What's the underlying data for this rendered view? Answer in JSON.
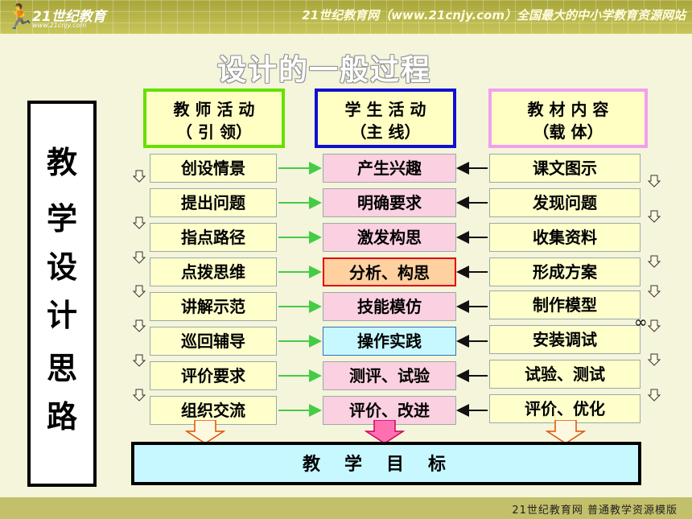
{
  "header": {
    "logo_text": "21世纪教育",
    "logo_sub": "www.21cnjy.com",
    "slogan": "21世纪教育网（www.21cnjy.com）全国最大的中小学教育资源网站"
  },
  "title": "设计的一般过程",
  "left_label": [
    "教",
    "学",
    "设",
    "计",
    "思",
    "路"
  ],
  "columns": [
    {
      "head1": "教 师 活 动",
      "head2": "（ 引 领）"
    },
    {
      "head1": "学 生 活 动",
      "head2": "（主    线）"
    },
    {
      "head1": "教 材 内 容",
      "head2": "（载 体）"
    }
  ],
  "rows": [
    {
      "teacher": "创设情景",
      "student": "产生兴趣",
      "material": "课文图示"
    },
    {
      "teacher": "提出问题",
      "student": "明确要求",
      "material": "发现问题"
    },
    {
      "teacher": "指点路径",
      "student": "激发构思",
      "material": "收集资料"
    },
    {
      "teacher": "点拨思维",
      "student": "分析、构思",
      "material": "形成方案"
    },
    {
      "teacher": "讲解示范",
      "student": "技能模仿",
      "material": "制作模型"
    },
    {
      "teacher": "巡回辅导",
      "student": "操作实践",
      "material": "安装调试"
    },
    {
      "teacher": "评价要求",
      "student": "测评、试验",
      "material": "试验、测试"
    },
    {
      "teacher": "组织交流",
      "student": "评价、改进",
      "material": "评价、优化"
    }
  ],
  "goal": "教学目标",
  "footer": "21世纪教育网    普通教学资源模版",
  "colors": {
    "green_border": "#66e000",
    "blue_border": "#1010d0",
    "pink_border": "#f0a0f0"
  }
}
